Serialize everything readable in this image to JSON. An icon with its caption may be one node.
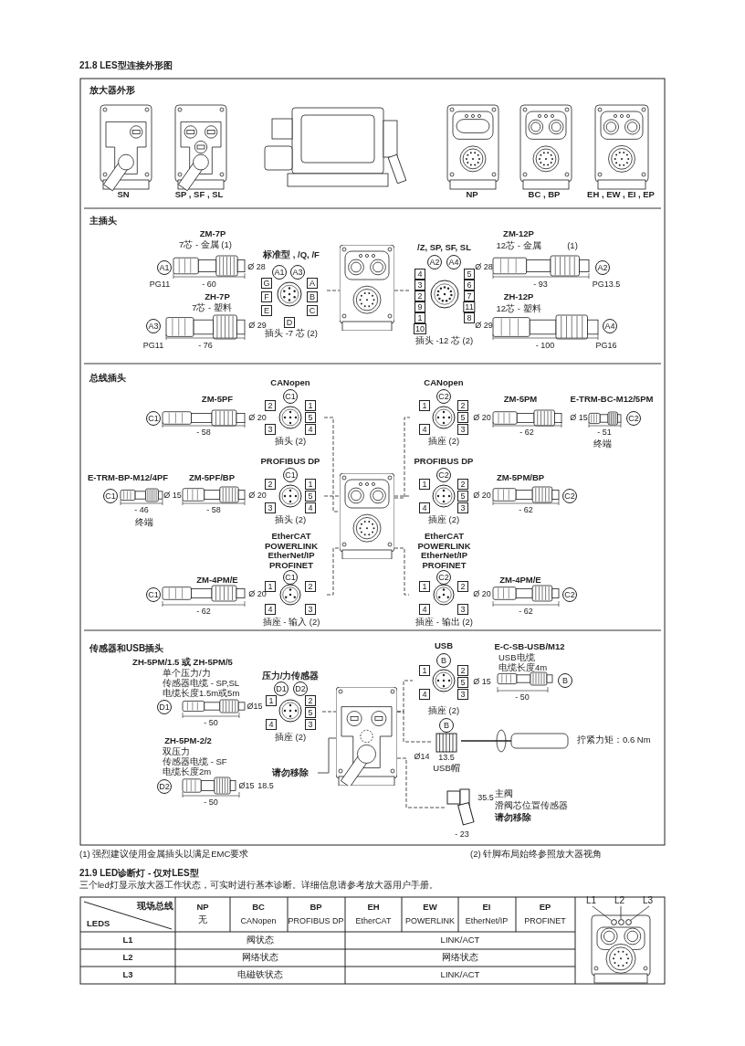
{
  "diagram": {
    "title": "21.8 LES型连接外形图",
    "nodes": [
      {
        "text": [
          "标准型 , /Q, /F",
          "插头 -7 芯 (2)"
        ]
      },
      {
        "text": [],
        "shape": "picture"
      },
      {
        "text": [
          "/Z, SP, SF, SL",
          "插头 -12 芯 (2)"
        ]
      },
      {
        "text": [
          "CANopen",
          "插头 (2)"
        ]
      },
      {
        "text": [
          "PROFIBUS DP",
          "插头 (2)"
        ]
      },
      {
        "text": [
          "EtherCAT POWERLINK EtherNet/IP PROFINET",
          "插座 - 输入 (2)"
        ]
      },
      {
        "text": [],
        "shape": "picture"
      },
      {
        "text": [
          "CANopen",
          "插座 (2)"
        ]
      },
      {
        "text": [
          "PROFIBUS DP",
          "插座 (2)"
        ]
      },
      {
        "text": [
          "EtherCAT POWERLINK EtherNet/IP PROFINET",
          "插座 - 输出 (2)"
        ]
      },
      {
        "text": [
          "压力/力传感器",
          "插座 (2)"
        ]
      },
      {
        "text": [],
        "shape": "picture"
      },
      {
        "text": [
          "USB",
          "插座 (2)"
        ]
      },
      {
        "text": [],
        "shape": "picture",
        "beside": [
          "USB帽"
        ]
      },
      {
        "text": [],
        "shape": "picture",
        "beside": [
          "主阀",
          "滑阀芯位置传感器",
          "请勿移除"
        ]
      },
      {
        "text": [
          "请勿移除"
        ]
      },
      {
        "text": [
          "L1"
        ]
      },
      {
        "text": [
          "L2"
        ]
      },
      {
        "text": [
          "L3"
        ]
      },
      {
        "text": [],
        "shape": "circle"
      },
      {
        "text": [],
        "shape": "circle"
      },
      {
        "text": [],
        "shape": "circle"
      }
    ],
    "edges": [
      {
        "from": 0,
        "to": 1,
        "arrow": "none",
        "style": "dashed"
      },
      {
        "from": 1,
        "to": 2,
        "arrow": "none",
        "style": "dashed"
      },
      {
        "from": 3,
        "to": 6,
        "arrow": "none",
        "style": "dashed"
      },
      {
        "from": 4,
        "to": 6,
        "arrow": "none",
        "style": "dashed"
      },
      {
        "from": 5,
        "to": 6,
        "arrow": "none",
        "style": "dashed"
      },
      {
        "from": 6,
        "to": 7,
        "arrow": "none",
        "style": "dashed"
      },
      {
        "from": 6,
        "to": 8,
        "arrow": "none",
        "style": "dashed"
      },
      {
        "from": 6,
        "to": 9,
        "arrow": "none",
        "style": "dashed"
      },
      {
        "from": 10,
        "to": 11,
        "arrow": "none",
        "style": "dashed"
      },
      {
        "from": 11,
        "to": 12,
        "arrow": "none",
        "style": "dashed"
      },
      {
        "from": 11,
        "to": 13,
        "arrow": "none",
        "style": "dashed"
      },
      {
        "from": 11,
        "to": 14,
        "arrow": "none",
        "style": "dashed"
      },
      {
        "from": 15,
        "to": 11,
        "arrow": "none"
      },
      {
        "from": 16,
        "to": 19,
        "arrow": "none"
      },
      {
        "from": 17,
        "to": 20,
        "arrow": "none"
      },
      {
        "from": 18,
        "to": 21,
        "arrow": "none"
      }
    ],
    "labels": [
      "放大器外形",
      "SN",
      "SP , SF , SL",
      "NP",
      "BC , BP",
      "EH , EW , EI , EP",
      "主插头",
      "ZM-7P",
      "7芯 - 金属 (1)",
      "A1",
      "Ø 28",
      "PG11",
      "- 60",
      "ZH-7P",
      "7芯 - 塑料",
      "A3",
      "Ø 29",
      "PG11",
      "- 76",
      "A1",
      "A3",
      "G",
      "A",
      "F",
      "B",
      "E",
      "C",
      "D",
      "A2",
      "A4",
      "4",
      "5",
      "3",
      "6",
      "2",
      "7",
      "9",
      "11",
      "1",
      "8",
      "10",
      "ZM-12P",
      "12芯 - 金属",
      "(1)",
      "Ø 28",
      "A2",
      "- 93",
      "PG13.5",
      "ZH-12P",
      "12芯 - 塑料",
      "Ø 29",
      "A4",
      "- 100",
      "PG16",
      "总线插头",
      "ZM-5PF",
      "C1",
      "Ø 20",
      "- 58",
      "C1",
      "2",
      "1",
      "5",
      "3",
      "4",
      "C2",
      "1",
      "2",
      "5",
      "4",
      "3",
      "ZM-5PM",
      "Ø 20",
      "- 62",
      "E-TRM-BC-M12/5PM",
      "Ø 15",
      "C2",
      "- 51",
      "终端",
      "E-TRM-BP-M12/4PF",
      "ZM-5PF/BP",
      "C1",
      "2",
      "1",
      "5",
      "3",
      "4",
      "C2",
      "1",
      "2",
      "5",
      "4",
      "3",
      "ZM-5PM/BP",
      "C1",
      "Ø 15",
      "Ø 20",
      "Ø 20",
      "C2",
      "- 46",
      "- 58",
      "- 62",
      "终端",
      "C1",
      "1",
      "2",
      "4",
      "3",
      "C2",
      "1",
      "2",
      "4",
      "3",
      "ZM-4PM/E",
      "C1",
      "Ø 20",
      "- 62",
      "ZM-4PM/E",
      "Ø 20",
      "C2",
      "- 62",
      "传感器和USB插头",
      "ZH-5PM/1.5 或 ZH-5PM/5",
      "单个压力/力",
      "传感器电缆 - SP,SL",
      "电缆长度1.5m或5m",
      "D1",
      "Ø15",
      "- 50",
      "ZH-5PM-2/2",
      "双压力",
      "传感器电缆 - SF",
      "电缆长度2m",
      "D2",
      "Ø15",
      "18.5",
      "- 50",
      "D1",
      "D2",
      "1",
      "2",
      "5",
      "4",
      "3",
      "B",
      "1",
      "2",
      "5",
      "4",
      "3",
      "E-C-SB-USB/M12",
      "USB电缆",
      "电缆长度4m",
      "Ø 15",
      "B",
      "- 50",
      "B",
      "Ø14",
      "13.5",
      "拧紧力矩：0.6 Nm",
      "35.5",
      "- 23",
      "(1) 强烈建议使用金属插头以满足EMC要求",
      "(2) 针脚布局始终参照放大器视角",
      "21.9 LED诊断灯 - 仅对LES型",
      "三个led灯显示放大器工作状态，可实时进行基本诊断。详细信息请参考放大器用户手册。",
      "现场总线",
      "LEDS",
      "NP",
      "无",
      "BC",
      "CANopen",
      "BP",
      "PROFIBUS DP",
      "EH",
      "EtherCAT",
      "EW",
      "POWERLINK",
      "EI",
      "EtherNet/IP",
      "EP",
      "PROFINET",
      "L1",
      "阀状态",
      "LINK/ACT",
      "L2",
      "网络状态",
      "网络状态",
      "L3",
      "电磁铁状态",
      "LINK/ACT"
    ]
  }
}
